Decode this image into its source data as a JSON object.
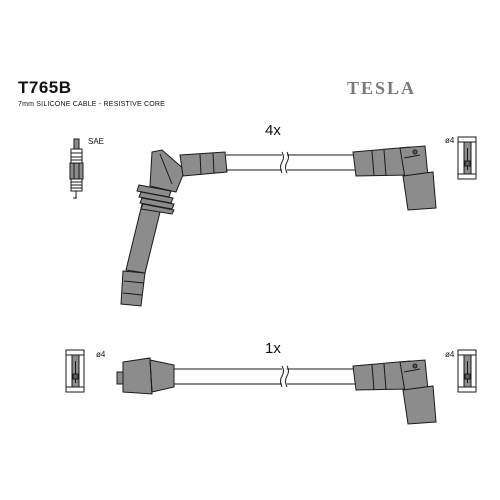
{
  "header": {
    "part_code": "T765B",
    "cable_spec": "7mm SILICONE CABLE - RESISTIVE CORE",
    "brand": "TESLA"
  },
  "labels": {
    "sae": "SAE",
    "quantity_top": "4x",
    "quantity_bottom": "1x",
    "diameter_top_right": "ø4",
    "diameter_bottom_left": "ø4",
    "diameter_bottom_right": "ø4"
  },
  "colors": {
    "part_fill": "#8c8c8c",
    "part_dark": "#5e5e5e",
    "outline": "#1a1a1a",
    "brand_gray": "#7a7a7a"
  }
}
